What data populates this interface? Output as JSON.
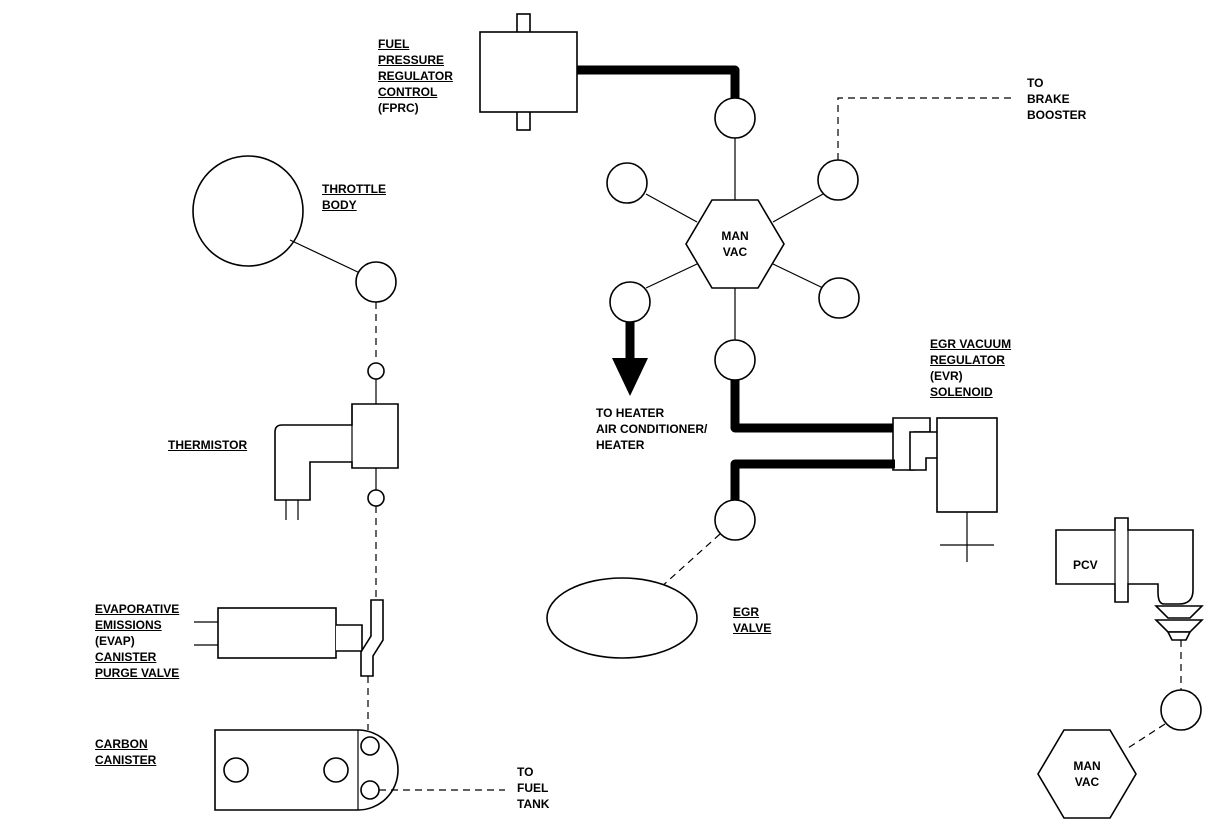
{
  "labels": {
    "fprc": [
      "FUEL",
      "PRESSURE",
      "REGULATOR",
      "CONTROL"
    ],
    "fprc_abbr": "(FPRC)",
    "brake_booster": [
      "TO",
      "BRAKE",
      "BOOSTER"
    ],
    "throttle_body": [
      "THROTTLE",
      "BODY"
    ],
    "man_vac_top": [
      "MAN",
      "VAC"
    ],
    "heater": [
      "TO HEATER",
      "AIR CONDITIONER/",
      "HEATER"
    ],
    "evr": [
      "EGR VACUUM",
      "REGULATOR"
    ],
    "evr_abbr": "(EVR)",
    "evr_solenoid": "SOLENOID",
    "thermistor": "THERMISTOR",
    "evap": [
      "EVAPORATIVE",
      "EMISSIONS"
    ],
    "evap_abbr": "(EVAP)",
    "evap_rest": [
      "CANISTER",
      "PURGE VALVE"
    ],
    "egr_valve": [
      "EGR",
      "VALVE"
    ],
    "pcv": "PCV",
    "carbon_canister": [
      "CARBON",
      "CANISTER"
    ],
    "fuel_tank": [
      "TO",
      "FUEL",
      "TANK"
    ],
    "man_vac_bottom": [
      "MAN",
      "VAC"
    ]
  }
}
